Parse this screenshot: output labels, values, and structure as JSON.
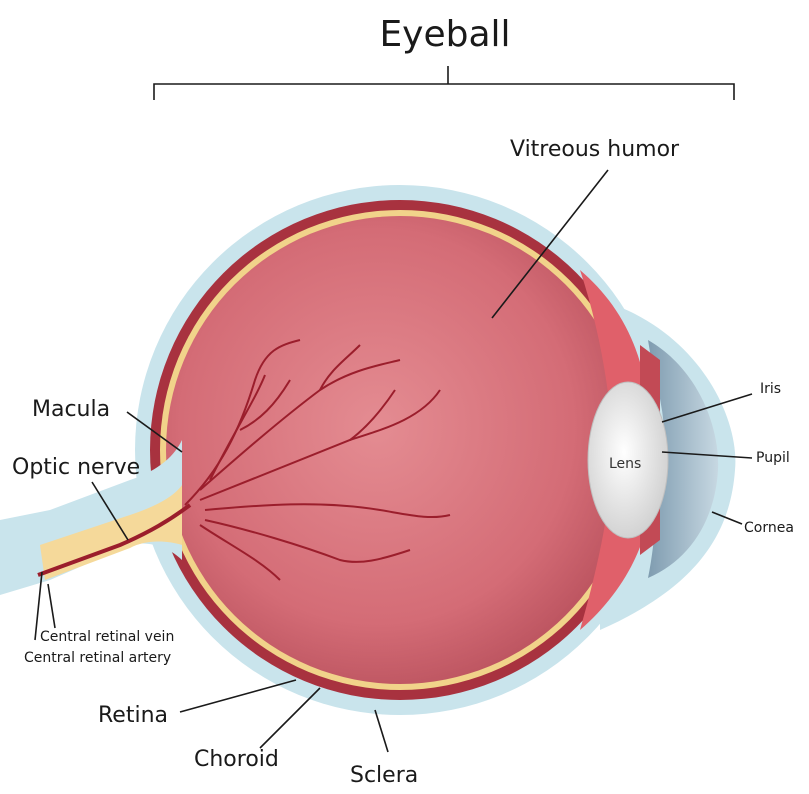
{
  "title": "Eyeball",
  "labels": {
    "vitreous_humor": "Vitreous humor",
    "macula": "Macula",
    "optic_nerve": "Optic nerve",
    "central_retinal_vein": "Central retinal vein",
    "central_retinal_artery": "Central retinal artery",
    "retina": "Retina",
    "choroid": "Choroid",
    "sclera": "Sclera",
    "iris": "Iris",
    "lens": "Lens",
    "pupil": "Pupil",
    "cornea": "Cornea"
  },
  "colors": {
    "sclera": "#c9e4ec",
    "choroid": "#a8323f",
    "retina": "#f1d38a",
    "vitreous": "#d9737c",
    "vessel": "#9b1e2c",
    "optic_nerve": "#f5d99a",
    "lens": "#e6e6e6",
    "cornea": "#9fb8c8"
  }
}
